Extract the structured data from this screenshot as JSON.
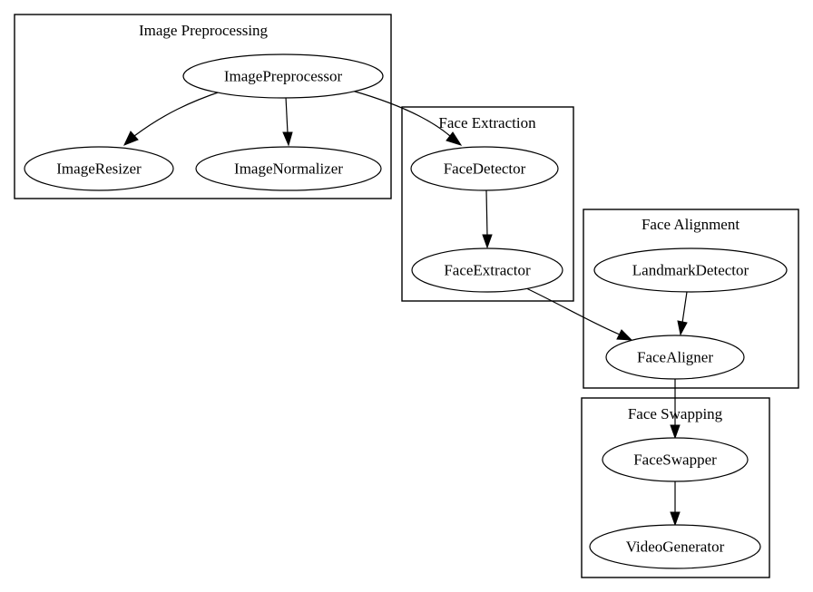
{
  "clusters": {
    "preprocessing": "Image Preprocessing",
    "extraction": "Face Extraction",
    "alignment": "Face Alignment",
    "swapping": "Face Swapping"
  },
  "nodes": {
    "image_preprocessor": "ImagePreprocessor",
    "image_resizer": "ImageResizer",
    "image_normalizer": "ImageNormalizer",
    "face_detector": "FaceDetector",
    "face_extractor": "FaceExtractor",
    "landmark_detector": "LandmarkDetector",
    "face_aligner": "FaceAligner",
    "face_swapper": "FaceSwapper",
    "video_generator": "VideoGenerator"
  },
  "edges": [
    {
      "from": "ImagePreprocessor",
      "to": "ImageResizer"
    },
    {
      "from": "ImagePreprocessor",
      "to": "ImageNormalizer"
    },
    {
      "from": "ImagePreprocessor",
      "to": "FaceDetector"
    },
    {
      "from": "FaceDetector",
      "to": "FaceExtractor"
    },
    {
      "from": "FaceExtractor",
      "to": "FaceAligner"
    },
    {
      "from": "LandmarkDetector",
      "to": "FaceAligner"
    },
    {
      "from": "FaceAligner",
      "to": "FaceSwapper"
    },
    {
      "from": "FaceSwapper",
      "to": "VideoGenerator"
    }
  ]
}
